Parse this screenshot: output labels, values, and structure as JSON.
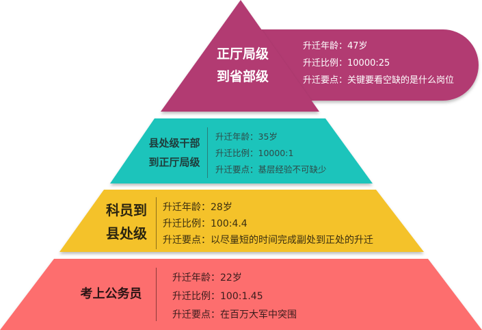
{
  "colors": {
    "top": "#b23b72",
    "second": "#1fc4bb",
    "third": "#f4c22c",
    "bottom": "#fd6e6e"
  },
  "levels": [
    {
      "title_line1": "正厅局级",
      "title_line2": "到省部级",
      "age": "升迁年龄：47岁",
      "ratio": "升迁比例：10000:25",
      "key": "升迁要点：关键要看空缺的是什么岗位"
    },
    {
      "title_line1": "县处级干部",
      "title_line2": "到正厅局级",
      "age": "升迁年龄：35岁",
      "ratio": "升迁比例：10000:1",
      "key": "升迁要点：基层经验不可缺少"
    },
    {
      "title_line1": "科员到",
      "title_line2": "县处级",
      "age": "升迁年龄：28岁",
      "ratio": "升迁比例：100:4.4",
      "key": "升迁要点：以尽量短的时间完成副处到正处的升迁"
    },
    {
      "title_line1": "考上公务员",
      "age": "升迁年龄：22岁",
      "ratio": "升迁比例：100:1.45",
      "key": "升迁要点：在百万大军中突围"
    }
  ]
}
